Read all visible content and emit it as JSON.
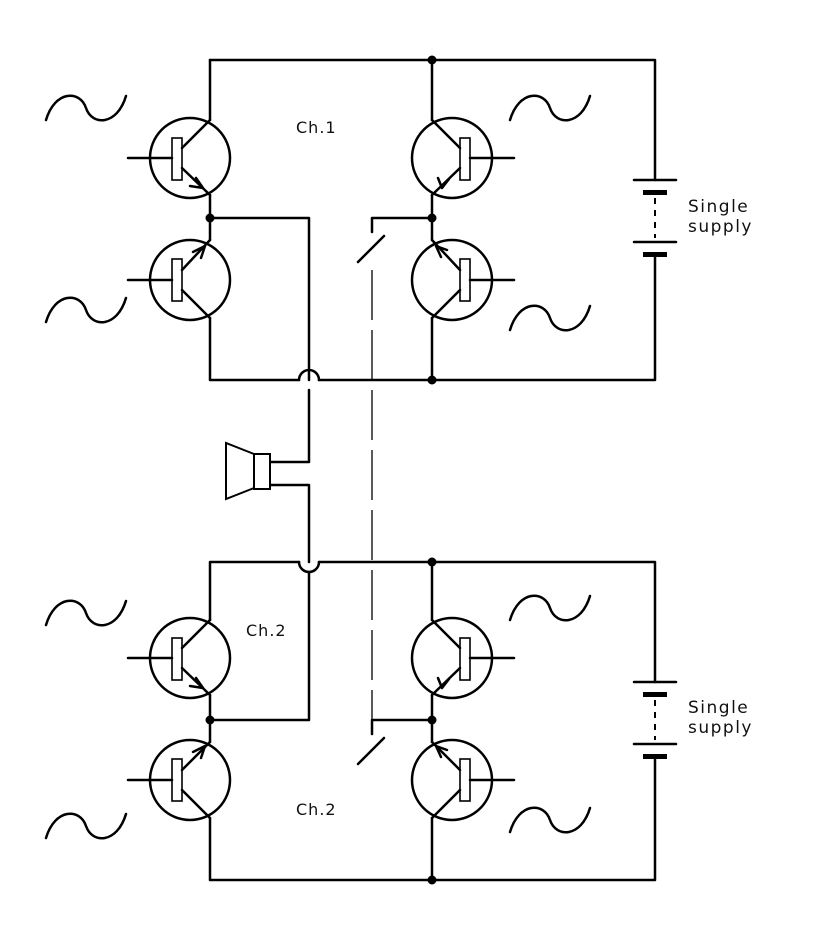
{
  "labels": {
    "ch1": "Ch.1",
    "ch2_upper": "Ch.2",
    "ch2_lower": "Ch.2",
    "battery_top": [
      "Single",
      "supply"
    ],
    "battery_bottom": [
      "Single",
      "supply"
    ]
  },
  "icons": {
    "transistor": "npn-pnp-transistor-icon",
    "sine": "sine-wave-icon",
    "speaker": "speaker-icon",
    "battery": "battery-icon",
    "switch": "switch-icon"
  }
}
